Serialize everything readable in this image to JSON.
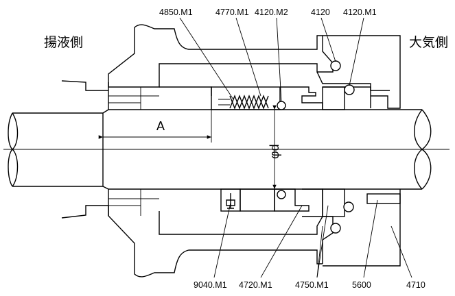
{
  "side_labels": {
    "pump_side": "揚液側",
    "atmosphere_side": "大気側"
  },
  "top_part_labels": [
    "4850.M1",
    "4770.M1",
    "4120.M2",
    "4120",
    "4120.M1"
  ],
  "bottom_part_labels": [
    "9040.M1",
    "4720.M1",
    "4750.M1",
    "5600",
    "4710"
  ],
  "dimension_labels": {
    "length": "A",
    "diameter": "φd"
  }
}
